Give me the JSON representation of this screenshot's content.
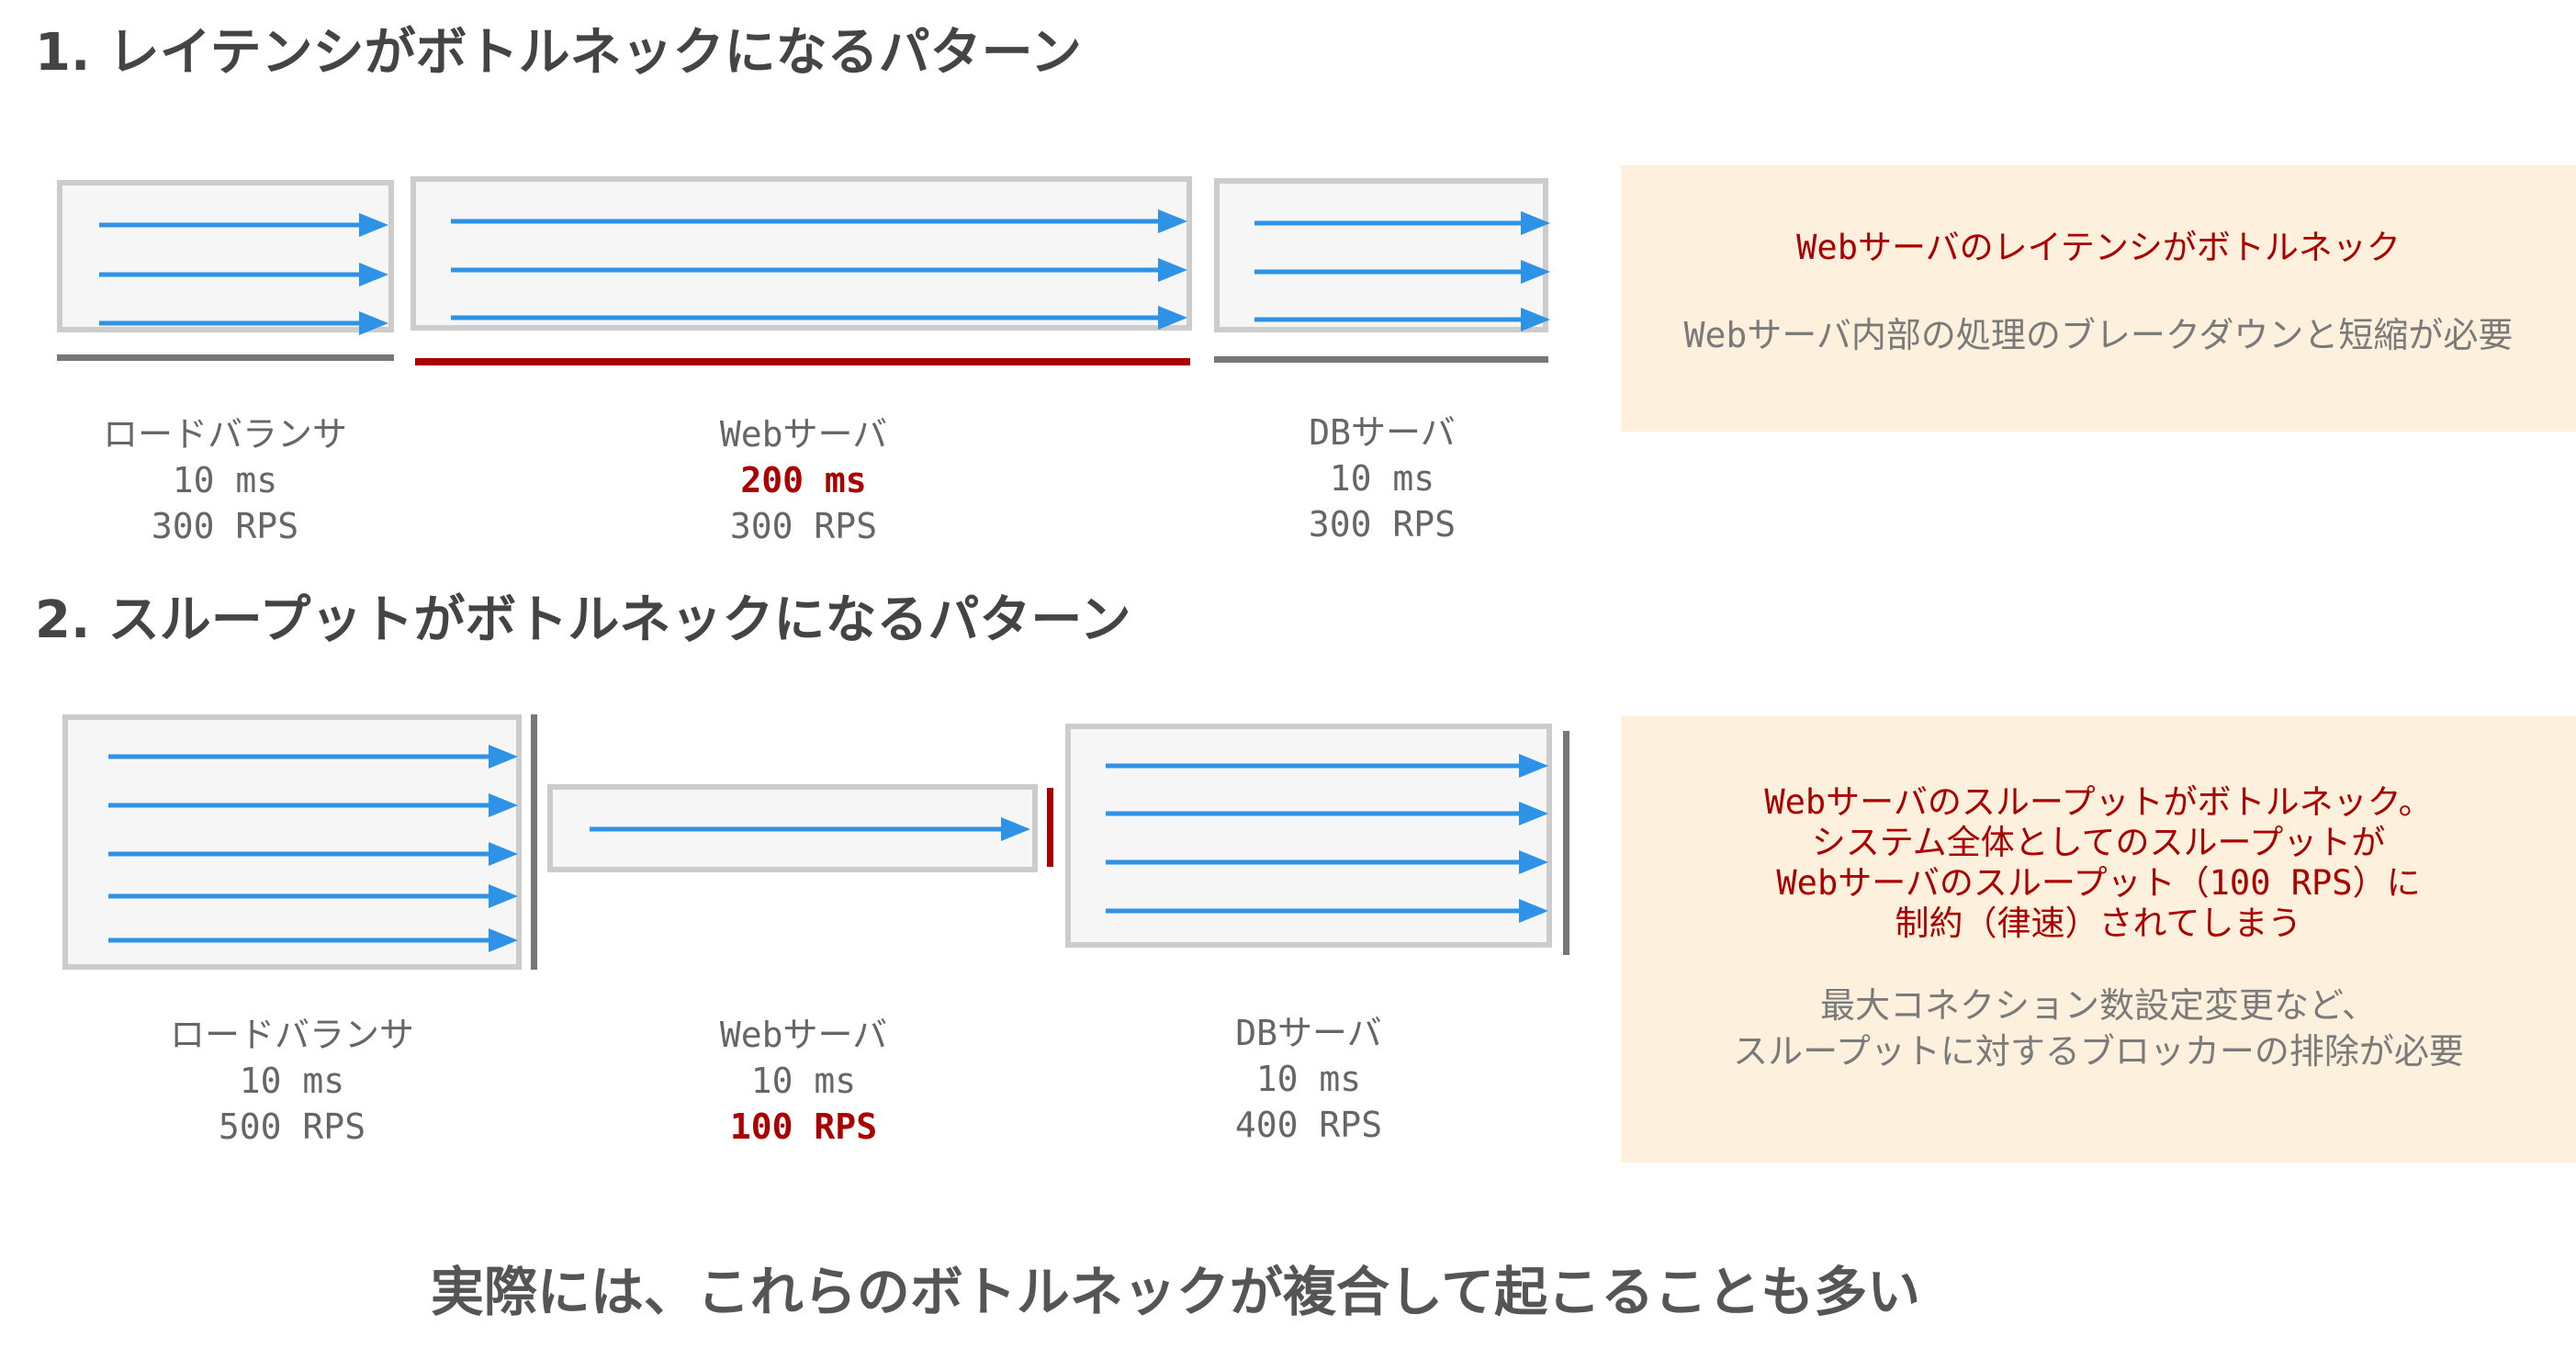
{
  "section1": {
    "title": "1. レイテンシがボトルネックになるパターン",
    "lb": {
      "name": "ロードバランサ",
      "latency": "10 ms",
      "rps": "300 RPS"
    },
    "web": {
      "name": "Webサーバ",
      "latency": "200 ms",
      "rps": "300 RPS"
    },
    "db": {
      "name": "DBサーバ",
      "latency": "10 ms",
      "rps": "300 RPS"
    },
    "note": {
      "headline": "Webサーバのレイテンシがボトルネック",
      "detail": "Webサーバ内部の処理のブレークダウンと短縮が必要"
    }
  },
  "section2": {
    "title": "2. スループットがボトルネックになるパターン",
    "lb": {
      "name": "ロードバランサ",
      "latency": "10 ms",
      "rps": "500 RPS"
    },
    "web": {
      "name": "Webサーバ",
      "latency": "10 ms",
      "rps": "100 RPS"
    },
    "db": {
      "name": "DBサーバ",
      "latency": "10 ms",
      "rps": "400 RPS"
    },
    "note": {
      "headline_lines": [
        "Webサーバのスループットがボトルネック。",
        "システム全体としてのスループットが",
        "Webサーバのスループット（100 RPS）に",
        "制約（律速）されてしまう"
      ],
      "detail_lines": [
        "最大コネクション数設定変更など、",
        "スループットに対するブロッカーの排除が必要"
      ]
    }
  },
  "footer": "実際には、これらのボトルネックが複合して起こることも多い",
  "colors": {
    "arrow": "#2e93e6",
    "bottleneck": "#aa0000",
    "box_border": "#cccccc",
    "box_fill": "#f6f6f6",
    "note_fill": "#fdf0dd"
  }
}
